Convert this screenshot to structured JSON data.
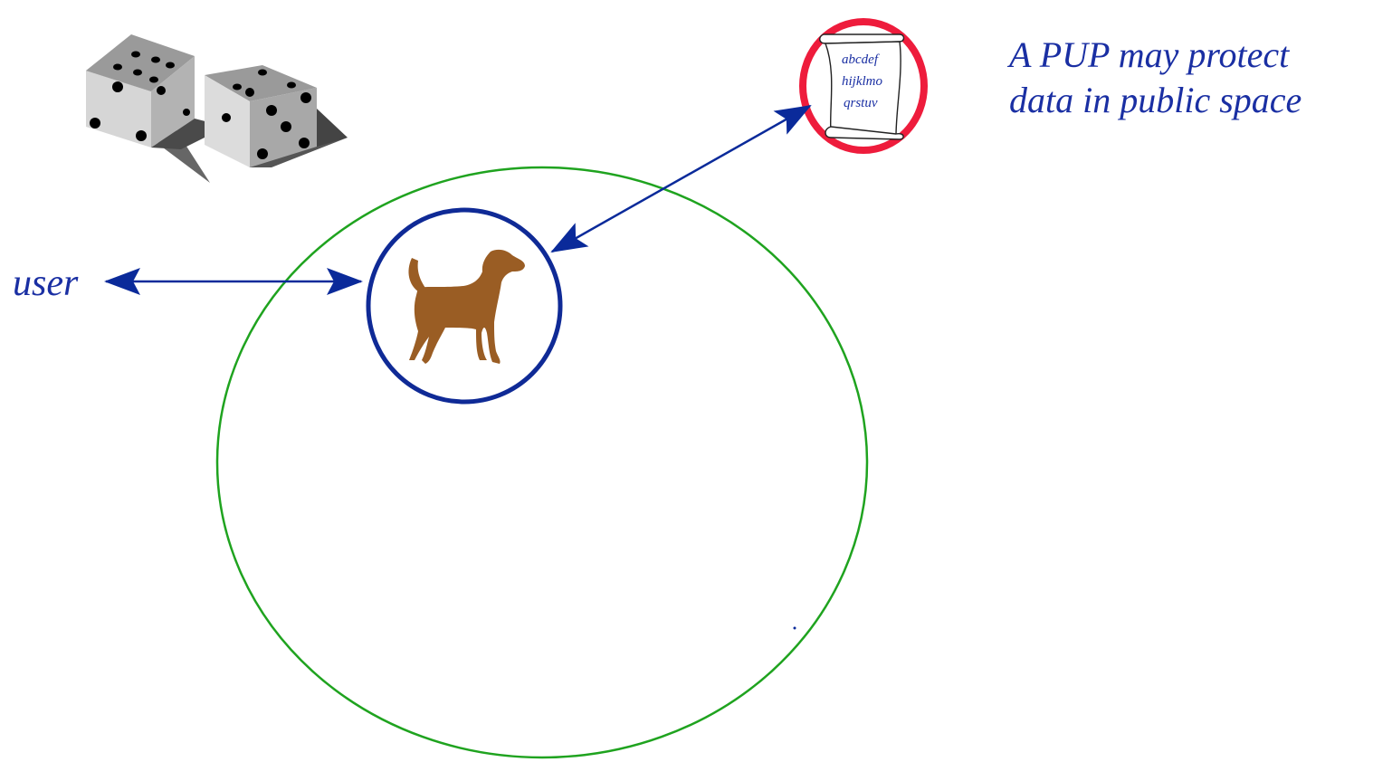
{
  "caption": {
    "line1": "A PUP may protect",
    "line2": "data in public space"
  },
  "user_label": "user",
  "scroll": {
    "lines": [
      "abcdef",
      "hijklmo",
      "qrstuv"
    ]
  },
  "colors": {
    "text_blue": "#1a2fa3",
    "arrow_blue": "#0a2a9a",
    "circle_blue": "#0f2a96",
    "ring_red": "#ee1c3c",
    "ellipse_green": "#1fa31f",
    "dog_brown": "#9a5d24"
  },
  "icons": {
    "dice": "dice-icon",
    "dog": "dog-icon",
    "scroll": "scroll-icon"
  }
}
